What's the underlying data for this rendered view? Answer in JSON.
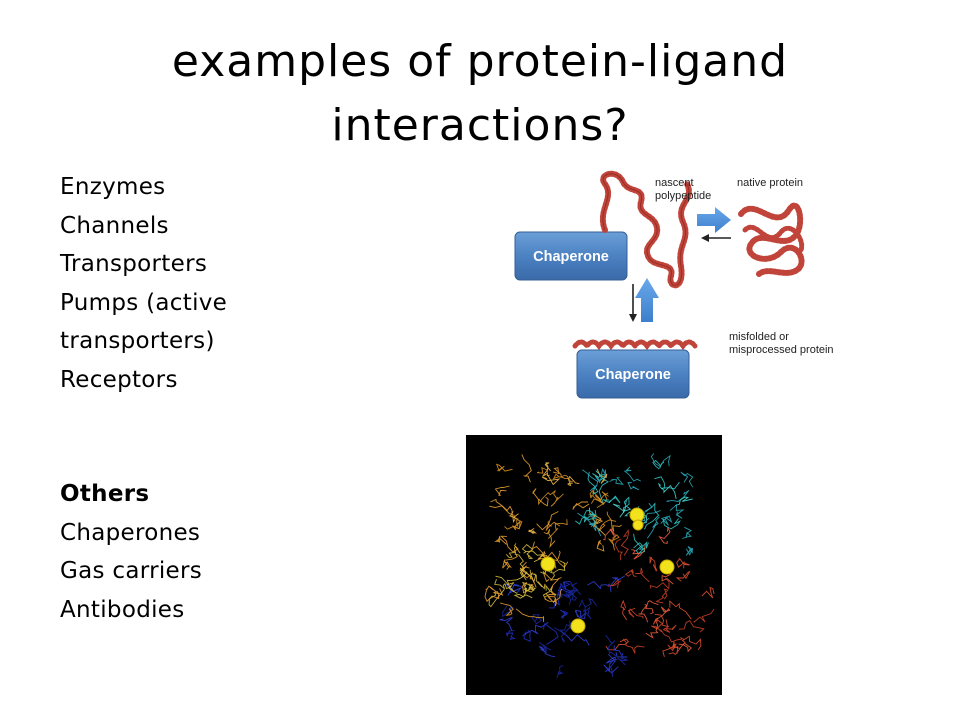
{
  "title": {
    "line1": "examples of protein-ligand",
    "line2": "interactions?"
  },
  "main_list": [
    "Enzymes",
    "Channels",
    "Transporters",
    "Pumps (active",
    "transporters)",
    "Receptors"
  ],
  "others": {
    "heading": "Others",
    "items": [
      "Chaperones",
      "Gas carriers",
      "Antibodies"
    ]
  },
  "diagram": {
    "chaperone_top": "Chaperone",
    "chaperone_bottom": "Chaperone",
    "nascent_line1": "nascent",
    "nascent_line2": "polypeptide",
    "native": "native protein",
    "misfolded_line1": "misfolded or",
    "misfolded_line2": "misprocessed protein",
    "colors": {
      "chaperone_box": "#4f86c6",
      "chain": "#c0443a",
      "arrow_blue": "#4f8fd8"
    }
  }
}
